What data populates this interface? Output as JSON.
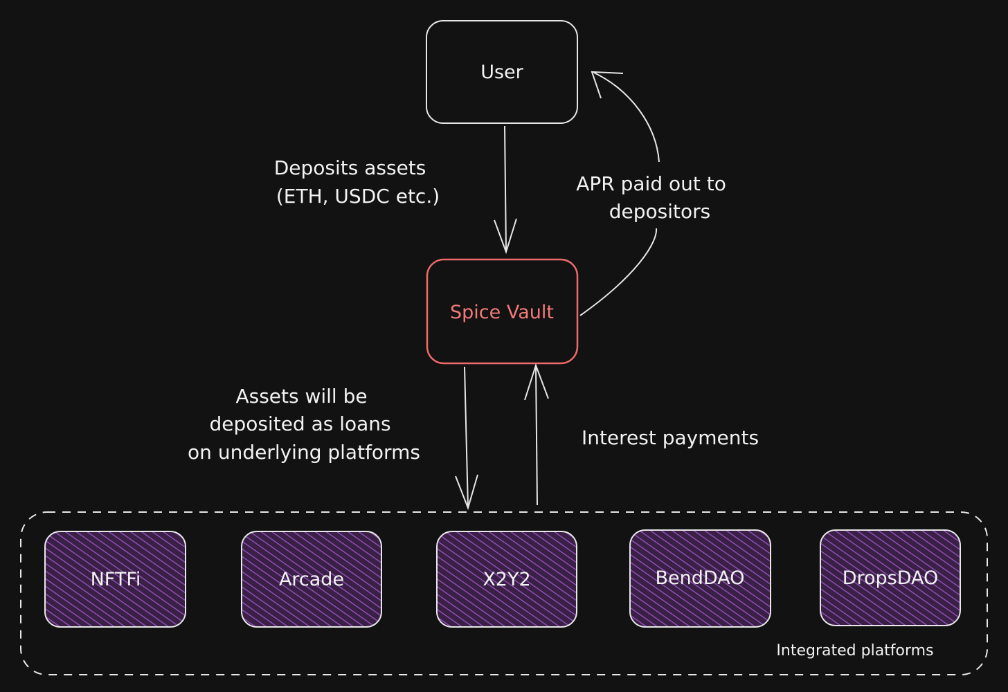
{
  "colors": {
    "background": "#121212",
    "stroke": "#e8e8e8",
    "vault_stroke": "#f06a6a",
    "vault_text": "#f27a7a",
    "platform_fill": "#3a1f47",
    "platform_hatch": "#8e4fb0"
  },
  "nodes": {
    "user": "User",
    "vault": "Spice Vault"
  },
  "edge_labels": {
    "deposits": [
      "Deposits assets",
      "(ETH, USDC etc.)"
    ],
    "apr": [
      "APR paid out to",
      "depositors"
    ],
    "loans": [
      "Assets will be",
      "deposited as loans",
      "on underlying platforms"
    ],
    "interest": "Interest payments"
  },
  "group": {
    "label": "Integrated platforms",
    "platforms": [
      "NFTFi",
      "Arcade",
      "X2Y2",
      "BendDAO",
      "DropsDAO"
    ]
  }
}
